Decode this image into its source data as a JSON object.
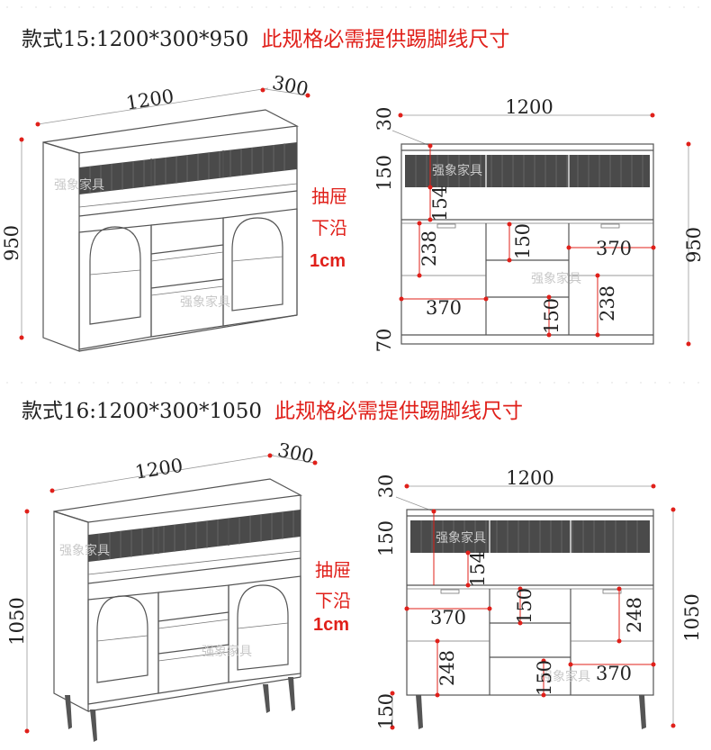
{
  "style15": {
    "title": "款式15:1200*300*950",
    "note": "此规格必需提供踢脚线尺寸",
    "persp": {
      "width": "1200",
      "depth": "300",
      "height": "950"
    },
    "drawer_note": [
      "抽屉",
      "下沿",
      "1cm"
    ],
    "front": {
      "top_gap": "30",
      "width": "1200",
      "height": "950",
      "top_section": "150",
      "drawer_h": "154",
      "left_shelf": "238",
      "mid_drawer": "150",
      "right_width": "370",
      "left_width": "370",
      "mid_drawer2": "150",
      "right_shelf": "238",
      "plinth": "70"
    },
    "watermark": "强象家具"
  },
  "style16": {
    "title": "款式16:1200*300*1050",
    "note": "此规格必需提供踢脚线尺寸",
    "persp": {
      "width": "1200",
      "depth": "300",
      "height": "1050"
    },
    "drawer_note": [
      "抽屉",
      "下沿",
      "1cm"
    ],
    "front": {
      "top_gap": "30",
      "width": "1200",
      "height": "1050",
      "top_section": "150",
      "drawer_h": "154",
      "left_width": "370",
      "mid_drawer": "150",
      "right_shelf": "248",
      "left_shelf": "248",
      "mid_drawer2": "150",
      "right_width": "370",
      "legs": "150"
    },
    "watermark": "强象家具"
  }
}
